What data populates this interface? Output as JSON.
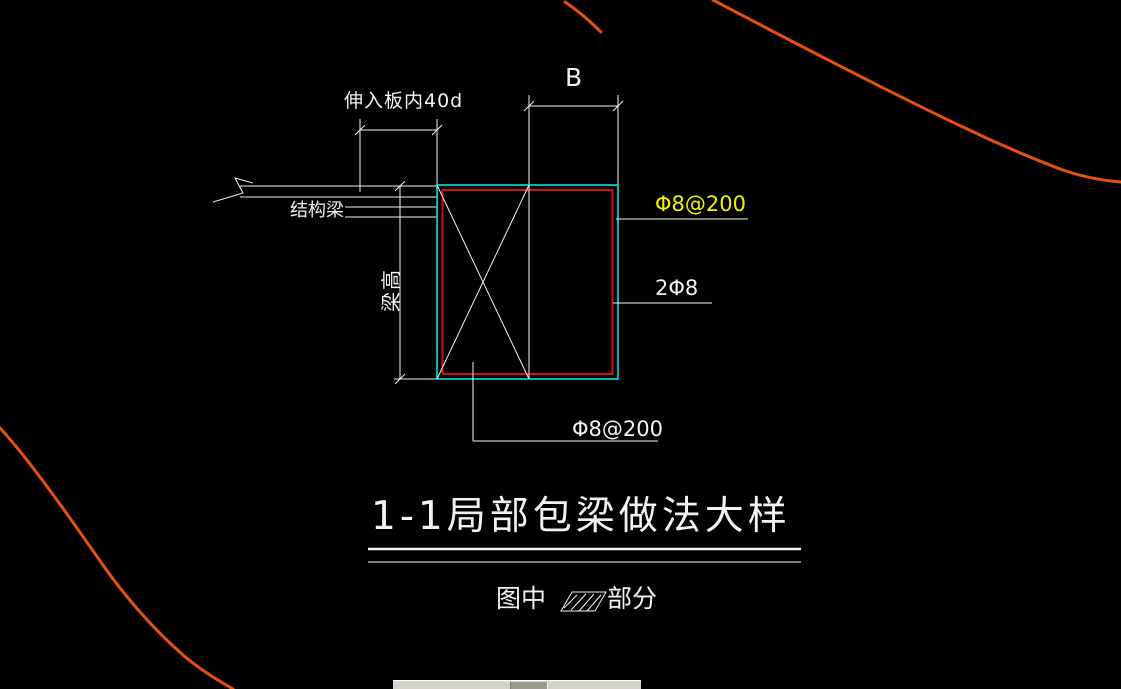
{
  "window": {
    "kind": "cad-viewport"
  },
  "colors": {
    "canvas_bg": "#000000",
    "line": "#f2f2f2",
    "beam_outline": "#00e5e5",
    "stirrup": "#cf1010",
    "highlight": "#f2f200",
    "revision": "#e8500f",
    "taskbar": "#d6d3ce"
  },
  "labels": {
    "embed_note": "伸入板内40d",
    "dim_b": "B",
    "structural_beam": "结构梁",
    "beam_height": "梁高",
    "top_rebar": "Φ8@200",
    "side_rebar": "2Φ8",
    "bottom_rebar": "Φ8@200"
  },
  "title": {
    "text": "1-1局部包梁做法大样"
  },
  "caption": {
    "prefix": "图中",
    "swatch_icon": "diagonal-hatch-swatch",
    "suffix": "部分"
  }
}
